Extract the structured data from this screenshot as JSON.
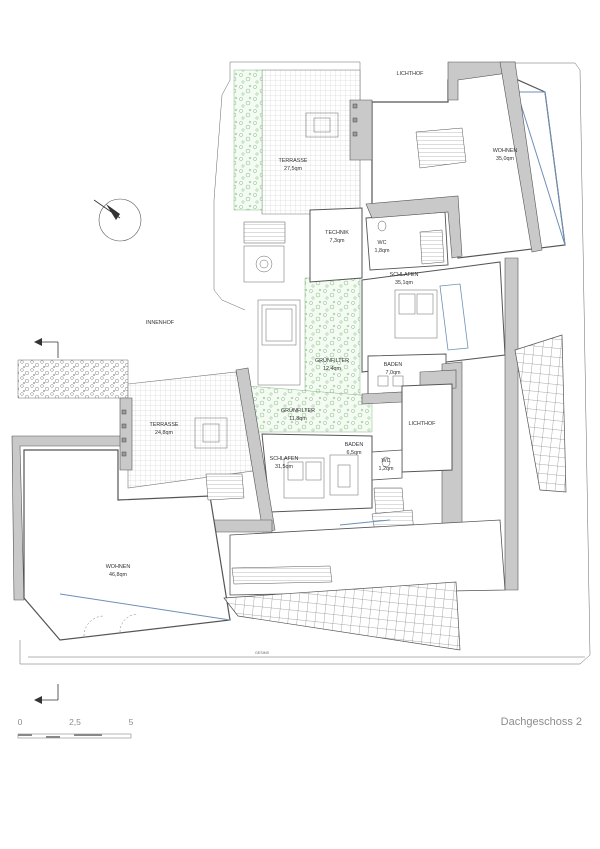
{
  "labels": {
    "lichthof_top": "LICHTHOF",
    "terrasse_top": "TERRASSE",
    "terrasse_top_area": "27,5qm",
    "wohnen_right": "WOHNEN",
    "wohnen_right_area": "35,0qm",
    "technik": "TECHNIK",
    "technik_area": "7,3qm",
    "wc_top": "WC",
    "wc_top_area": "1,8qm",
    "schlafen_right": "SCHLAFEN",
    "schlafen_right_area": "35,1qm",
    "innenhof": "INNENHOF",
    "gruenfilter_a": "GRÜNFILTER",
    "gruenfilter_a_area": "12,4qm",
    "baden_right": "BADEN",
    "baden_right_area": "7,0qm",
    "gruenfilter_b": "GRÜNFILTER",
    "gruenfilter_b_area": "11,8qm",
    "terrasse_left": "TERRASSE",
    "terrasse_left_area": "24,8qm",
    "lichthof_mid": "LICHTHOF",
    "baden_mid": "BADEN",
    "baden_mid_area": "6,5qm",
    "schlafen_mid": "SCHLAFEN",
    "schlafen_mid_area": "31,5qm",
    "wc_mid": "WC",
    "wc_mid_area": "1,2qm",
    "wohnen_left": "WOHNEN",
    "wohnen_left_area": "46,8qm",
    "gesims": "GESIMS"
  },
  "scale": {
    "tick_0": "0",
    "tick_1": "2,5",
    "tick_2": "5"
  },
  "title": "Dachgeschoss 2",
  "colors": {
    "wall": "#c9c9c9",
    "glass": "#6e8fb8",
    "planting": "#6aa86a",
    "text": "#333333",
    "caption": "#8c8c8c"
  }
}
